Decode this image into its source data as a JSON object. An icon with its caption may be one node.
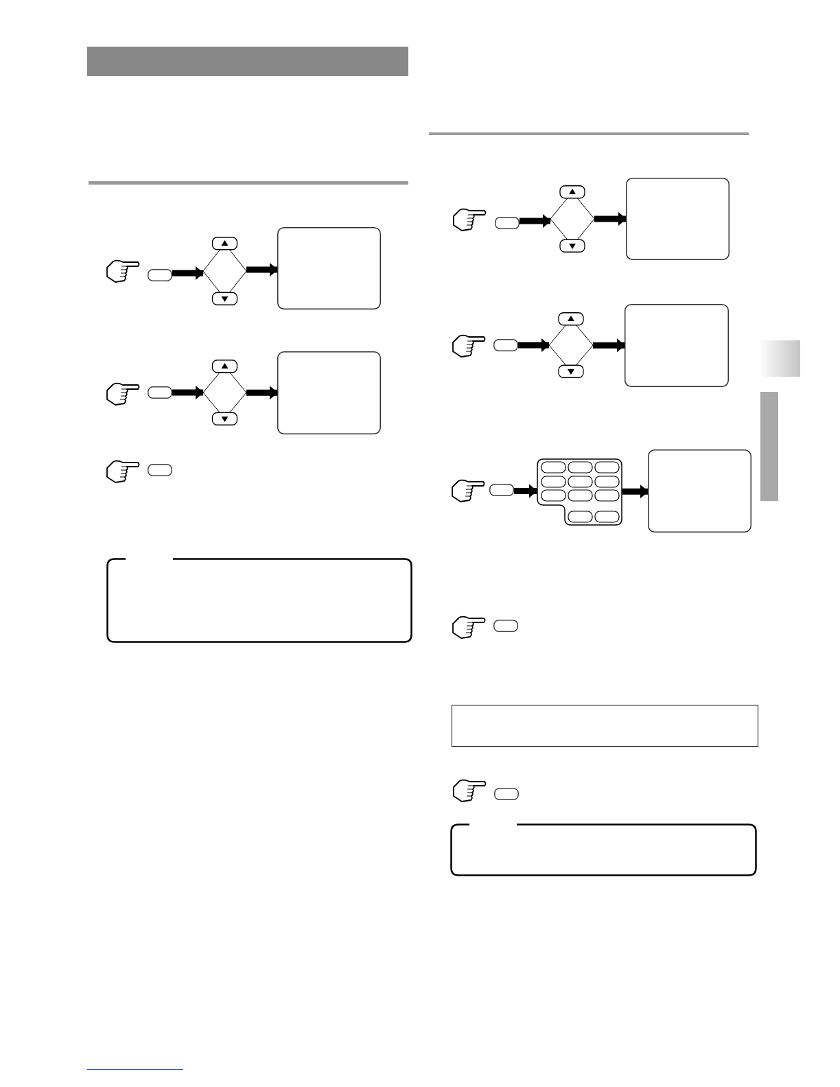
{
  "diagram": {
    "nodes": [
      {
        "text": [],
        "shape": "box"
      },
      {
        "text": [],
        "shape": "diamond"
      },
      {
        "text": [],
        "shape": "box"
      },
      {
        "text": [],
        "shape": "box"
      },
      {
        "text": [],
        "shape": "diamond"
      },
      {
        "text": [],
        "shape": "box"
      },
      {
        "text": [],
        "shape": "box"
      },
      {
        "text": [],
        "shape": "box"
      },
      {
        "text": [],
        "shape": "diamond"
      },
      {
        "text": [],
        "shape": "box"
      },
      {
        "text": [],
        "shape": "box"
      },
      {
        "text": [],
        "shape": "diamond"
      },
      {
        "text": [],
        "shape": "box"
      },
      {
        "text": [],
        "shape": "box"
      },
      {
        "text": [],
        "shape": "box"
      },
      {
        "text": [],
        "shape": "box"
      },
      {
        "text": [],
        "shape": "box"
      },
      {
        "text": [],
        "shape": "box"
      }
    ],
    "edges": [
      {
        "from": 0,
        "to": 1,
        "arrow": "to"
      },
      {
        "from": 1,
        "to": 2,
        "arrow": "to"
      },
      {
        "from": 3,
        "to": 4,
        "arrow": "to"
      },
      {
        "from": 4,
        "to": 5,
        "arrow": "to"
      },
      {
        "from": 7,
        "to": 8,
        "arrow": "to"
      },
      {
        "from": 8,
        "to": 9,
        "arrow": "to"
      },
      {
        "from": 10,
        "to": 11,
        "arrow": "to"
      },
      {
        "from": 11,
        "to": 12,
        "arrow": "to"
      },
      {
        "from": 13,
        "to": 14,
        "arrow": "to"
      },
      {
        "from": 14,
        "to": 15,
        "arrow": "to"
      }
    ]
  }
}
